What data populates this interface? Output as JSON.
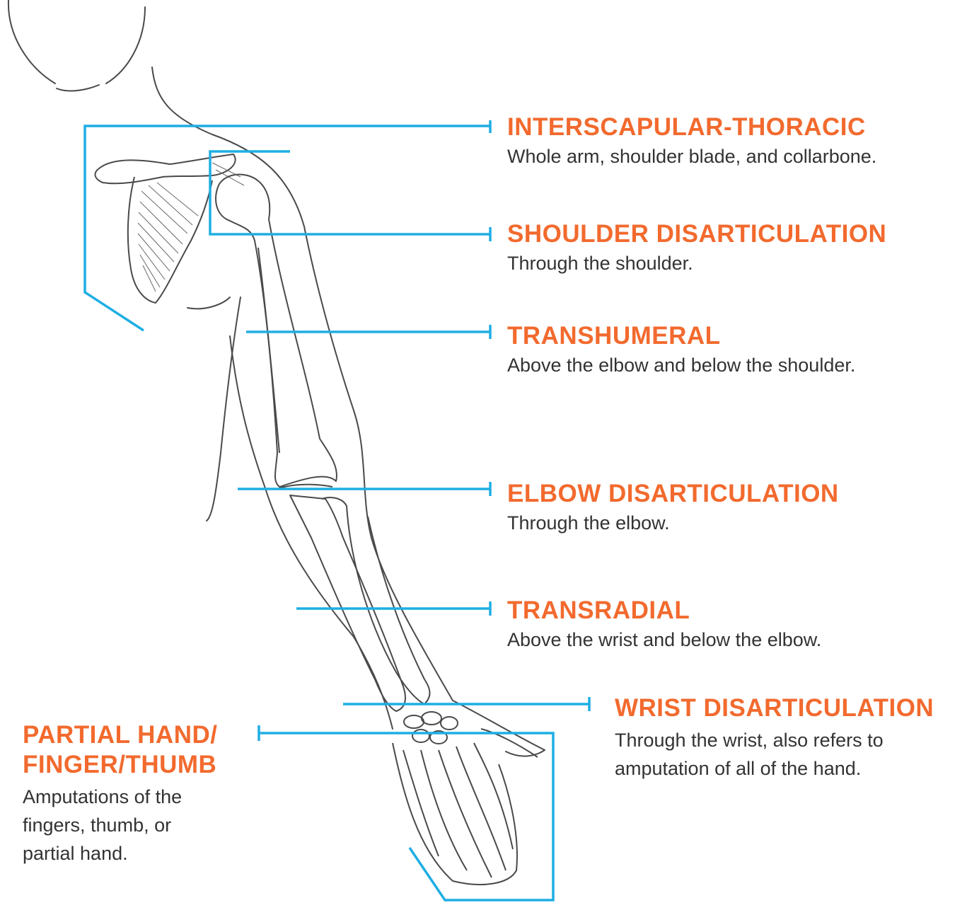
{
  "colors": {
    "accent": "#F26A2E",
    "connector": "#1EAEE4",
    "drawing": "#4A4A4A",
    "text": "#333333"
  },
  "levels": [
    {
      "title": "INTERSCAPULAR-THORACIC",
      "description": "Whole arm, shoulder blade, and collarbone."
    },
    {
      "title": "SHOULDER DISARTICULATION",
      "description": "Through the shoulder."
    },
    {
      "title": "TRANSHUMERAL",
      "description": "Above the elbow and below the shoulder."
    },
    {
      "title": "ELBOW DISARTICULATION",
      "description": "Through the elbow."
    },
    {
      "title": "TRANSRADIAL",
      "description": "Above the wrist and below the elbow."
    },
    {
      "title": "WRIST DISARTICULATION",
      "description": "Through the wrist, also refers to amputation of all of the hand."
    },
    {
      "title_line1": "PARTIAL HAND/",
      "title_line2": "FINGER/THUMB",
      "description": "Amputations of the fingers, thumb, or partial hand."
    }
  ]
}
